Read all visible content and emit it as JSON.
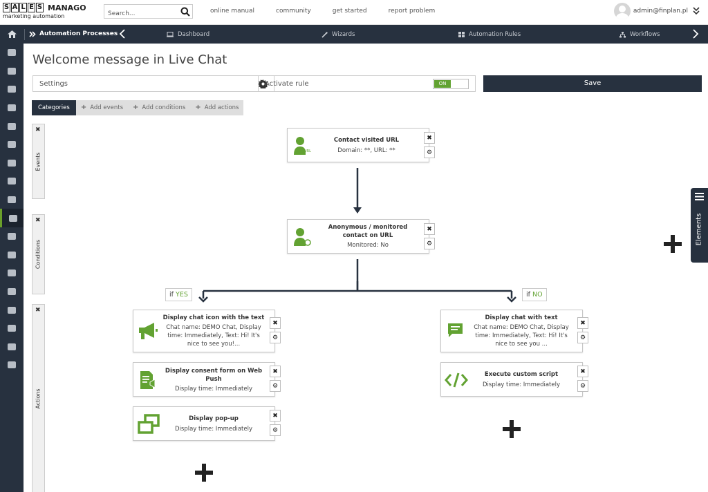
{
  "header": {
    "logo_letters": [
      "S",
      "A",
      "L",
      "E",
      "S"
    ],
    "logo_manago": "MANAGO",
    "logo_subtitle": "marketing automation",
    "search_placeholder": "Search...",
    "links": [
      "online manual",
      "community",
      "get started",
      "report problem"
    ],
    "user_email": "admin@finplan.pl"
  },
  "navbar": {
    "title": "Automation Processes",
    "items": [
      {
        "label": "Dashboard",
        "icon": "monitor-icon"
      },
      {
        "label": "Wizards",
        "icon": "wand-icon"
      },
      {
        "label": "Automation Rules",
        "icon": "grid-icon"
      },
      {
        "label": "Workflows",
        "icon": "sitemap-icon"
      }
    ]
  },
  "sidebar": {
    "icons": [
      "eye-icon",
      "contact-card-icon",
      "at-icon",
      "mobile-icon",
      "add-user-icon",
      "chat-icon",
      "laptop-icon",
      "megaphone-icon",
      "group-icon",
      "automation-icon",
      "apps-icon",
      "chart-icon",
      "globe-icon",
      "calendar-icon",
      "database-icon",
      "files-icon",
      "wrench-icon",
      "sliders-icon"
    ],
    "active_index": 9
  },
  "page": {
    "title": "Welcome message in Live Chat",
    "settings_label": "Settings",
    "activate_label": "Activate rule",
    "toggle_value": "ON",
    "save_label": "Save"
  },
  "tabs": [
    {
      "label": "Categories",
      "active": true
    },
    {
      "label": "Add events",
      "active": false
    },
    {
      "label": "Add conditions",
      "active": false
    },
    {
      "label": "Add actions",
      "active": false
    }
  ],
  "panels": {
    "events": "Events",
    "conditions": "Conditions",
    "actions": "Actions"
  },
  "flow": {
    "event": {
      "title": "Contact visited URL",
      "desc": "Domain: **, URL: **",
      "icon_text": "URL"
    },
    "condition": {
      "title": "Anonymous / monitored contact on URL",
      "desc": "Monitored: No"
    },
    "yes_prefix": "if ",
    "yes_value": "YES",
    "no_prefix": "if ",
    "no_value": "NO",
    "yes_actions": [
      {
        "title": "Display chat icon with the text",
        "desc": "Chat name: DEMO Chat, Display time: Immediately, Text: Hi! It's nice to see you!...",
        "icon": "megaphone-icon"
      },
      {
        "title": "Display consent form on Web Push",
        "desc": "Display time: Immediately",
        "icon": "form-icon"
      },
      {
        "title": "Display pop-up",
        "desc": "Display time: Immediately",
        "icon": "popup-icon"
      }
    ],
    "no_actions": [
      {
        "title": "Display chat with text",
        "desc": "Chat name: DEMO Chat, Display time: Immediately, Text: Hi! It's nice to see you ...",
        "icon": "chat-icon"
      },
      {
        "title": "Execute custom script",
        "desc": "Display time: Immediately",
        "icon": "code-icon"
      }
    ]
  },
  "elements_label": "Elements",
  "colors": {
    "navy": "#27313f",
    "green": "#62a232"
  }
}
